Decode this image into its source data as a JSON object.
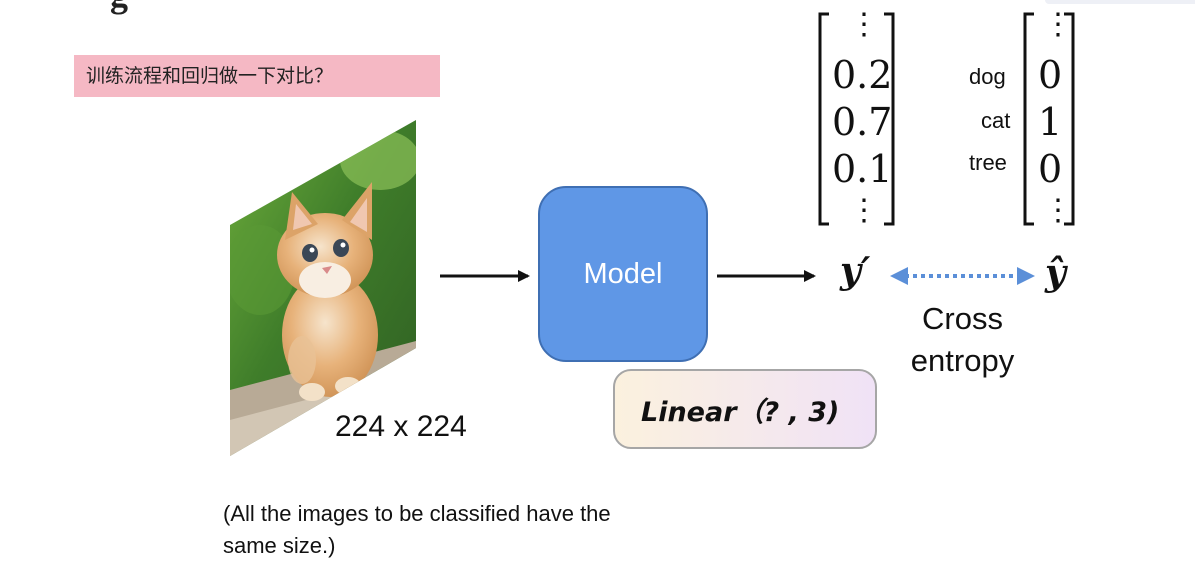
{
  "top_fragment": "g",
  "note": "训练流程和回归做一下对比？",
  "input": {
    "size_label": "224 x 224",
    "caption_line1": "(All the images to be classified have the",
    "caption_line2": "same size.)"
  },
  "model": {
    "label": "Model",
    "layer": "Linear（? , 3)"
  },
  "prediction": {
    "symbol": "y′",
    "values": [
      "0.2",
      "0.7",
      "0.1"
    ],
    "ellipsis": "⋮"
  },
  "ground_truth": {
    "symbol": "ŷ",
    "classes": [
      "dog",
      "cat",
      "tree"
    ],
    "values": [
      "0",
      "1",
      "0"
    ],
    "ellipsis": "⋮"
  },
  "loss": {
    "line1": "Cross",
    "line2": "entropy"
  },
  "colors": {
    "model_fill": "#5f97e6",
    "note_fill": "#f5b8c4",
    "loss_arrow": "#5b8fd8"
  }
}
